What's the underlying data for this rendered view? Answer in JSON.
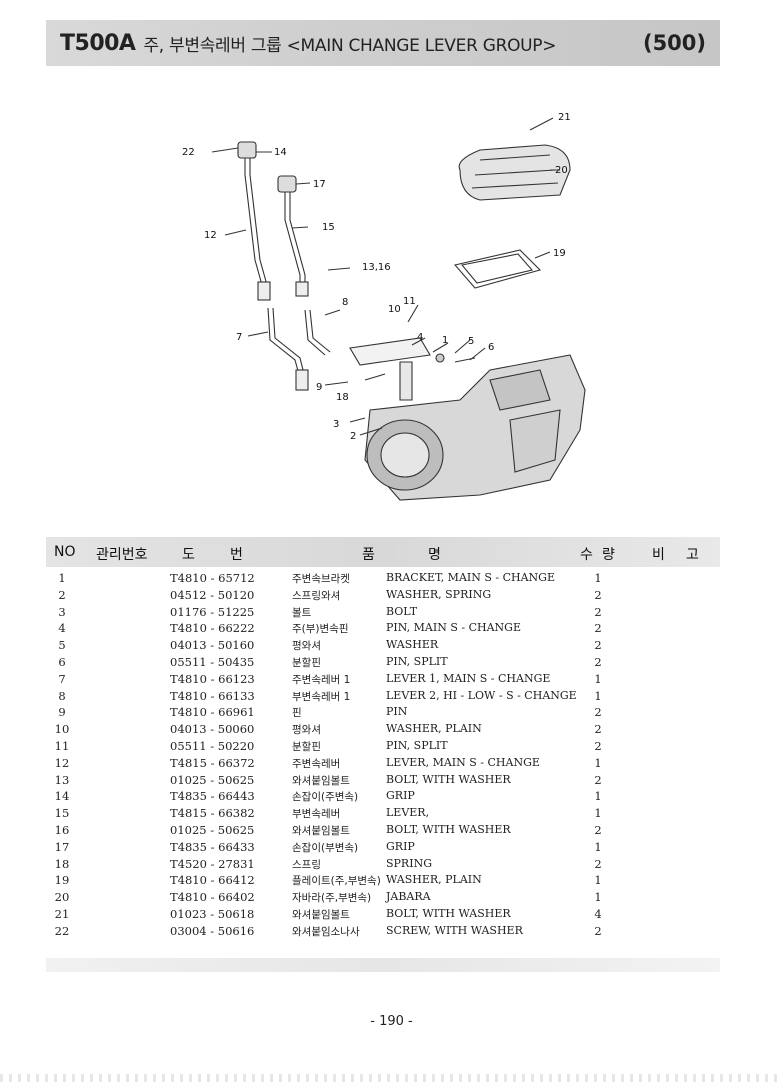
{
  "header": {
    "model": "T500A",
    "title": "주, 부변속레버 그룹 <MAIN CHANGE LEVER GROUP>",
    "code": "(500)"
  },
  "diagram": {
    "callouts": [
      "22",
      "14",
      "17",
      "12",
      "15",
      "13,16",
      "8",
      "10",
      "11",
      "4",
      "7",
      "1",
      "5",
      "6",
      "9",
      "18",
      "3",
      "2",
      "21",
      "20",
      "19"
    ]
  },
  "table": {
    "columns": [
      "NO",
      "관리번호",
      "도",
      "번",
      "품",
      "명",
      "수",
      "량",
      "비",
      "고"
    ],
    "rows": [
      {
        "no": "1",
        "part": "T4810 - 65712",
        "kr": "주변속브라켓",
        "en": "BRACKET, MAIN S - CHANGE",
        "qty": "1"
      },
      {
        "no": "2",
        "part": "04512 - 50120",
        "kr": "스프링와셔",
        "en": "WASHER, SPRING",
        "qty": "2"
      },
      {
        "no": "3",
        "part": "01176 - 51225",
        "kr": "볼트",
        "en": "BOLT",
        "qty": "2"
      },
      {
        "no": "4",
        "part": "T4810 - 66222",
        "kr": "주(부)변속핀",
        "en": "PIN, MAIN S - CHANGE",
        "qty": "2"
      },
      {
        "no": "5",
        "part": "04013 - 50160",
        "kr": "평와셔",
        "en": "WASHER",
        "qty": "2"
      },
      {
        "no": "6",
        "part": "05511 - 50435",
        "kr": "분할핀",
        "en": "PIN, SPLIT",
        "qty": "2"
      },
      {
        "no": "7",
        "part": "T4810 - 66123",
        "kr": "주변속레버 1",
        "en": "LEVER 1, MAIN S - CHANGE",
        "qty": "1"
      },
      {
        "no": "8",
        "part": "T4810 - 66133",
        "kr": "부변속레버 1",
        "en": "LEVER 2, HI - LOW - S - CHANGE",
        "qty": "1"
      },
      {
        "no": "9",
        "part": "T4810 - 66961",
        "kr": "핀",
        "en": "PIN",
        "qty": "2"
      },
      {
        "no": "10",
        "part": "04013 - 50060",
        "kr": "평와셔",
        "en": "WASHER, PLAIN",
        "qty": "2"
      },
      {
        "no": "11",
        "part": "05511 - 50220",
        "kr": "분할핀",
        "en": "PIN, SPLIT",
        "qty": "2"
      },
      {
        "no": "12",
        "part": "T4815 - 66372",
        "kr": "주변속레버",
        "en": "LEVER, MAIN S - CHANGE",
        "qty": "1"
      },
      {
        "no": "13",
        "part": "01025 - 50625",
        "kr": "와셔붙임볼트",
        "en": "BOLT, WITH WASHER",
        "qty": "2"
      },
      {
        "no": "14",
        "part": "T4835 - 66443",
        "kr": "손잡이(주변속)",
        "en": "GRIP",
        "qty": "1"
      },
      {
        "no": "15",
        "part": "T4815 - 66382",
        "kr": "부변속레버",
        "en": "LEVER,",
        "qty": "1"
      },
      {
        "no": "16",
        "part": "01025 - 50625",
        "kr": "와셔붙임볼트",
        "en": "BOLT, WITH WASHER",
        "qty": "2"
      },
      {
        "no": "17",
        "part": "T4835 - 66433",
        "kr": "손잡이(부변속)",
        "en": "GRIP",
        "qty": "1"
      },
      {
        "no": "18",
        "part": "T4520 - 27831",
        "kr": "스프링",
        "en": "SPRING",
        "qty": "2"
      },
      {
        "no": "19",
        "part": "T4810 - 66412",
        "kr": "플레이트(주,부변속)",
        "en": "WASHER, PLAIN",
        "qty": "1"
      },
      {
        "no": "20",
        "part": "T4810 - 66402",
        "kr": "자바라(주,부변속)",
        "en": "JABARA",
        "qty": "1"
      },
      {
        "no": "21",
        "part": "01023 - 50618",
        "kr": "와셔붙임볼트",
        "en": "BOLT, WITH WASHER",
        "qty": "4"
      },
      {
        "no": "22",
        "part": "03004 - 50616",
        "kr": "와셔붙임소나사",
        "en": "SCREW, WITH WASHER",
        "qty": "2"
      }
    ]
  },
  "footer": {
    "page": "- 190 -"
  }
}
